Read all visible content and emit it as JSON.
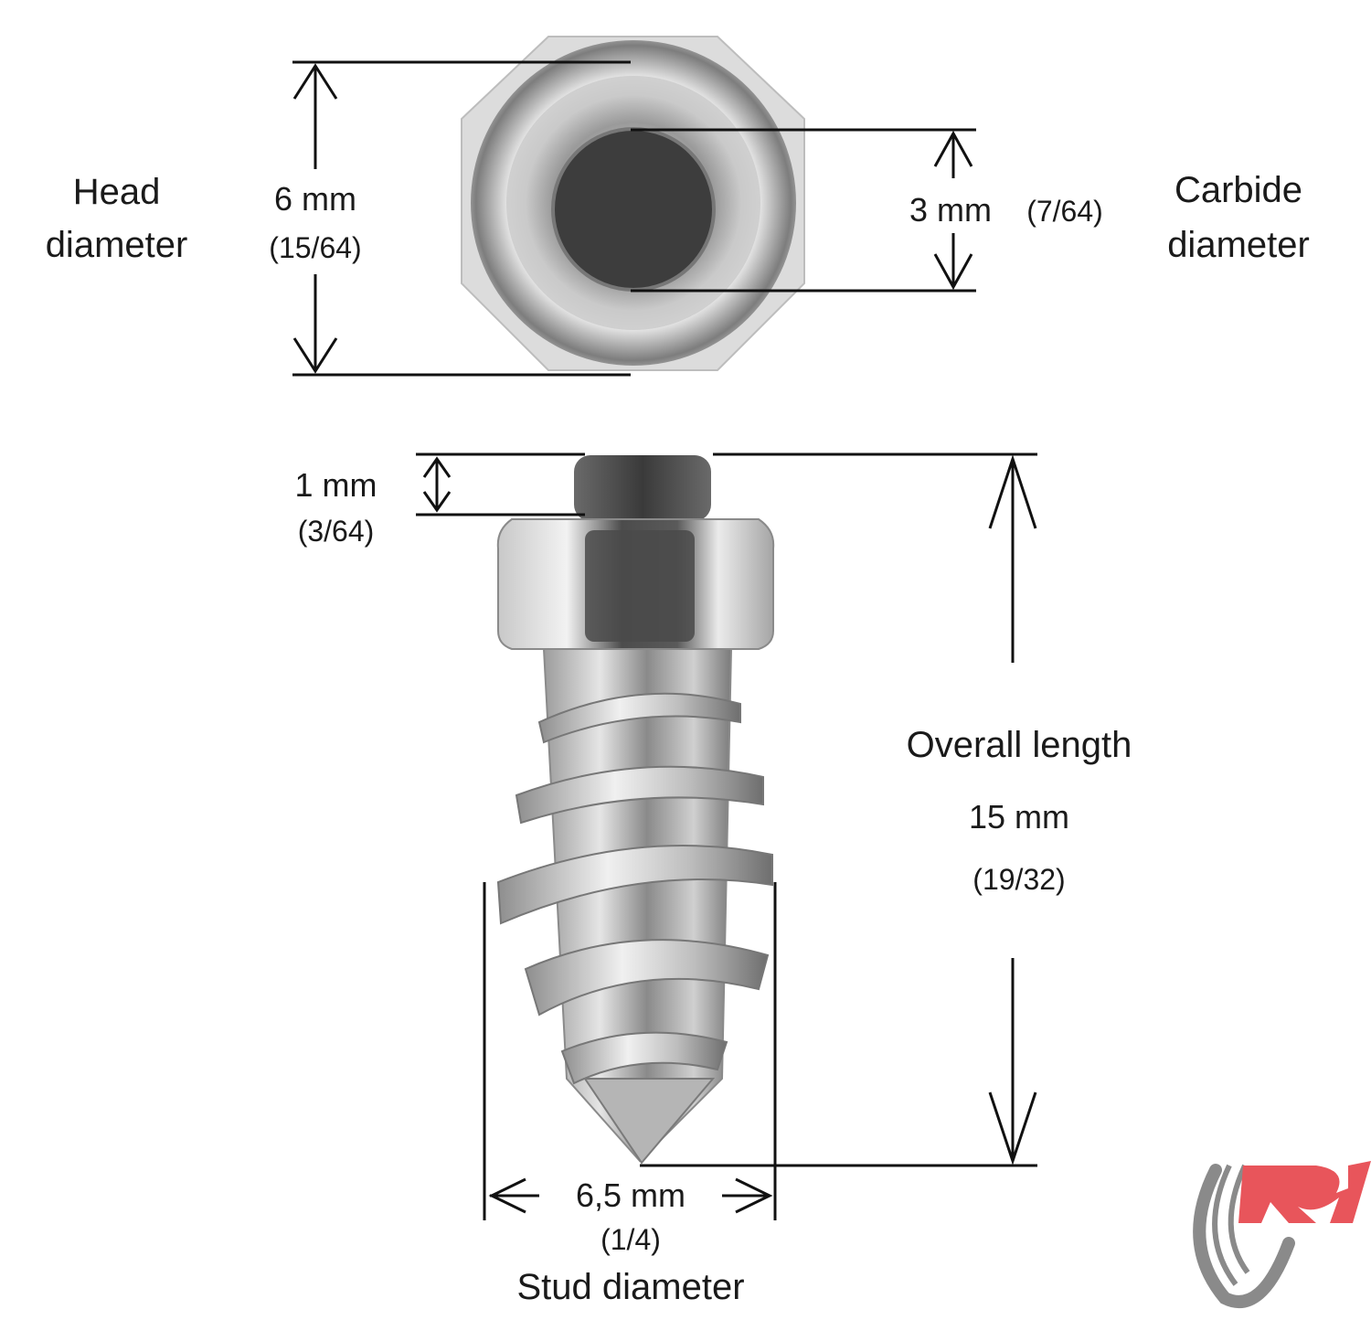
{
  "labels": {
    "head_diameter": {
      "line1": "Head",
      "line2": "diameter",
      "value": "6 mm",
      "fraction": "(15/64)"
    },
    "carbide_diameter": {
      "line1": "Carbide",
      "line2": "diameter",
      "value": "3 mm",
      "fraction": "(7/64)"
    },
    "tip_protrusion": {
      "value": "1 mm",
      "fraction": "(3/64)"
    },
    "overall_length": {
      "title": "Overall length",
      "value": "15 mm",
      "fraction": "(19/32)"
    },
    "stud_diameter": {
      "title": "Stud diameter",
      "value": "6,5 mm",
      "fraction": "(1/4)"
    }
  },
  "logo": {
    "text": "R1",
    "colors": {
      "red": "#e8555b",
      "gray": "#8a8a8a"
    }
  },
  "colors": {
    "line": "#111111",
    "metal_light": "#e6e6e6",
    "metal_mid": "#a8a8a8",
    "metal_dark": "#555555",
    "carbide": "#3a3a3a"
  }
}
